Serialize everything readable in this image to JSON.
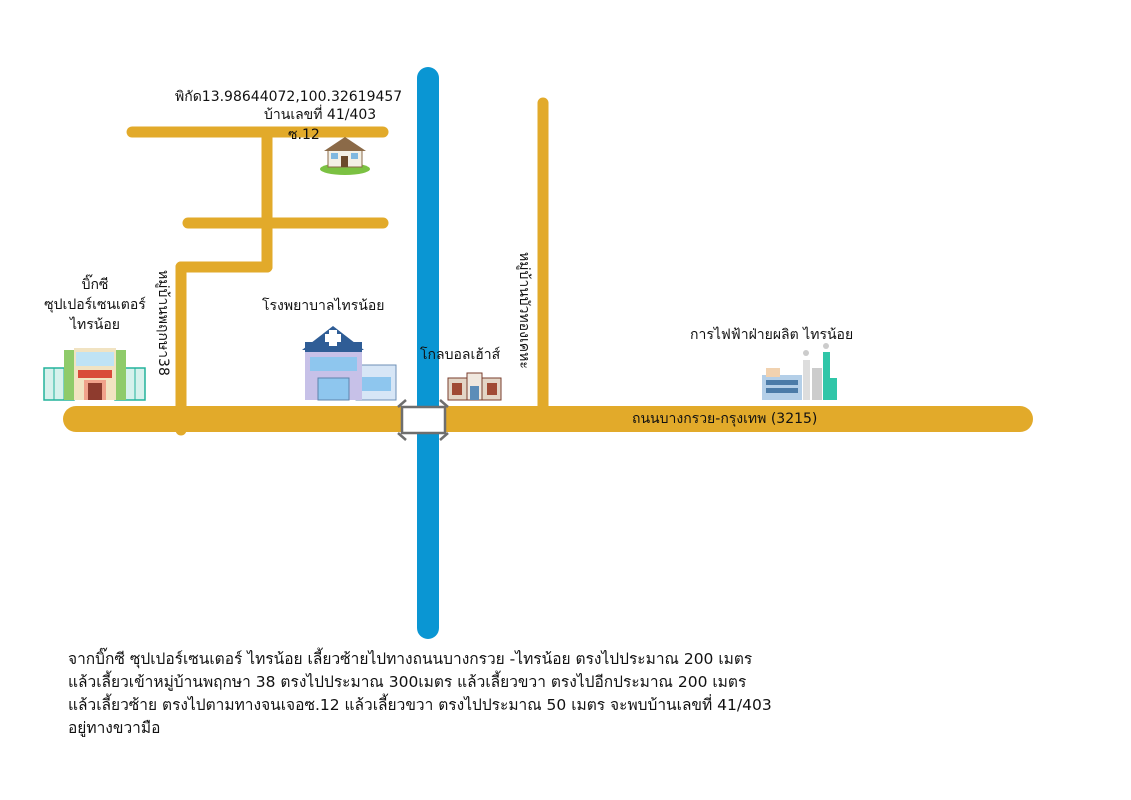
{
  "colors": {
    "road": "#E2AA2A",
    "river": "#0A96D3",
    "bridge": "#FFFFFF",
    "bridge_outline": "#6E6E6E",
    "text": "#111111"
  },
  "labels": {
    "coordinates": "พิกัด13.98644072,100.32619457",
    "house_number": "บ้านเลขที่ 41/403",
    "soi": "ซ.12",
    "bigc_line1": "บิ๊กซี",
    "bigc_line2": "ซุปเปอร์เซนเตอร์",
    "bigc_line3": "ไทรน้อย",
    "hospital": "โรงพยาบาลไทรน้อย",
    "gollum_house": "โกลบอลเฮ้าส์",
    "power_authority": "การไฟฟ้าฝ่ายผลิต ไทรน้อย",
    "main_road": "ถนนบางกรวย-กรุงเทพ (3215)",
    "village_road_left": "หมู่บ้านพฤกษา38",
    "village_road_right": "หมู่บ้านบัวทองเคหะ"
  },
  "icons": {
    "house": "house-icon",
    "supermarket": "supermarket-building-icon",
    "hospital": "hospital-building-icon",
    "store": "store-building-icon",
    "factory": "power-plant-icon",
    "bridge": "bridge-icon"
  },
  "directions": {
    "line1": "จากบิ๊กซี ซุปเปอร์เซนเตอร์ ไทรน้อย เลี้ยวซ้ายไปทางถนนบางกรวย -ไทรน้อย ตรงไปประมาณ 200 เมตร",
    "line2": "แล้วเลี้ยวเข้าหมู่บ้านพฤกษา 38 ตรงไปประมาณ 300เมตร แล้วเลี้ยวขวา ตรงไปอีกประมาณ 200 เมตร",
    "line3": "แล้วเลี้ยวซ้าย ตรงไปตามทางจนเจอซ.12 แล้วเลี้ยวขวา ตรงไปประมาณ 50 เมตร จะพบบ้านเลขที่ 41/403",
    "line4": "อยู่ทางขวามือ"
  }
}
